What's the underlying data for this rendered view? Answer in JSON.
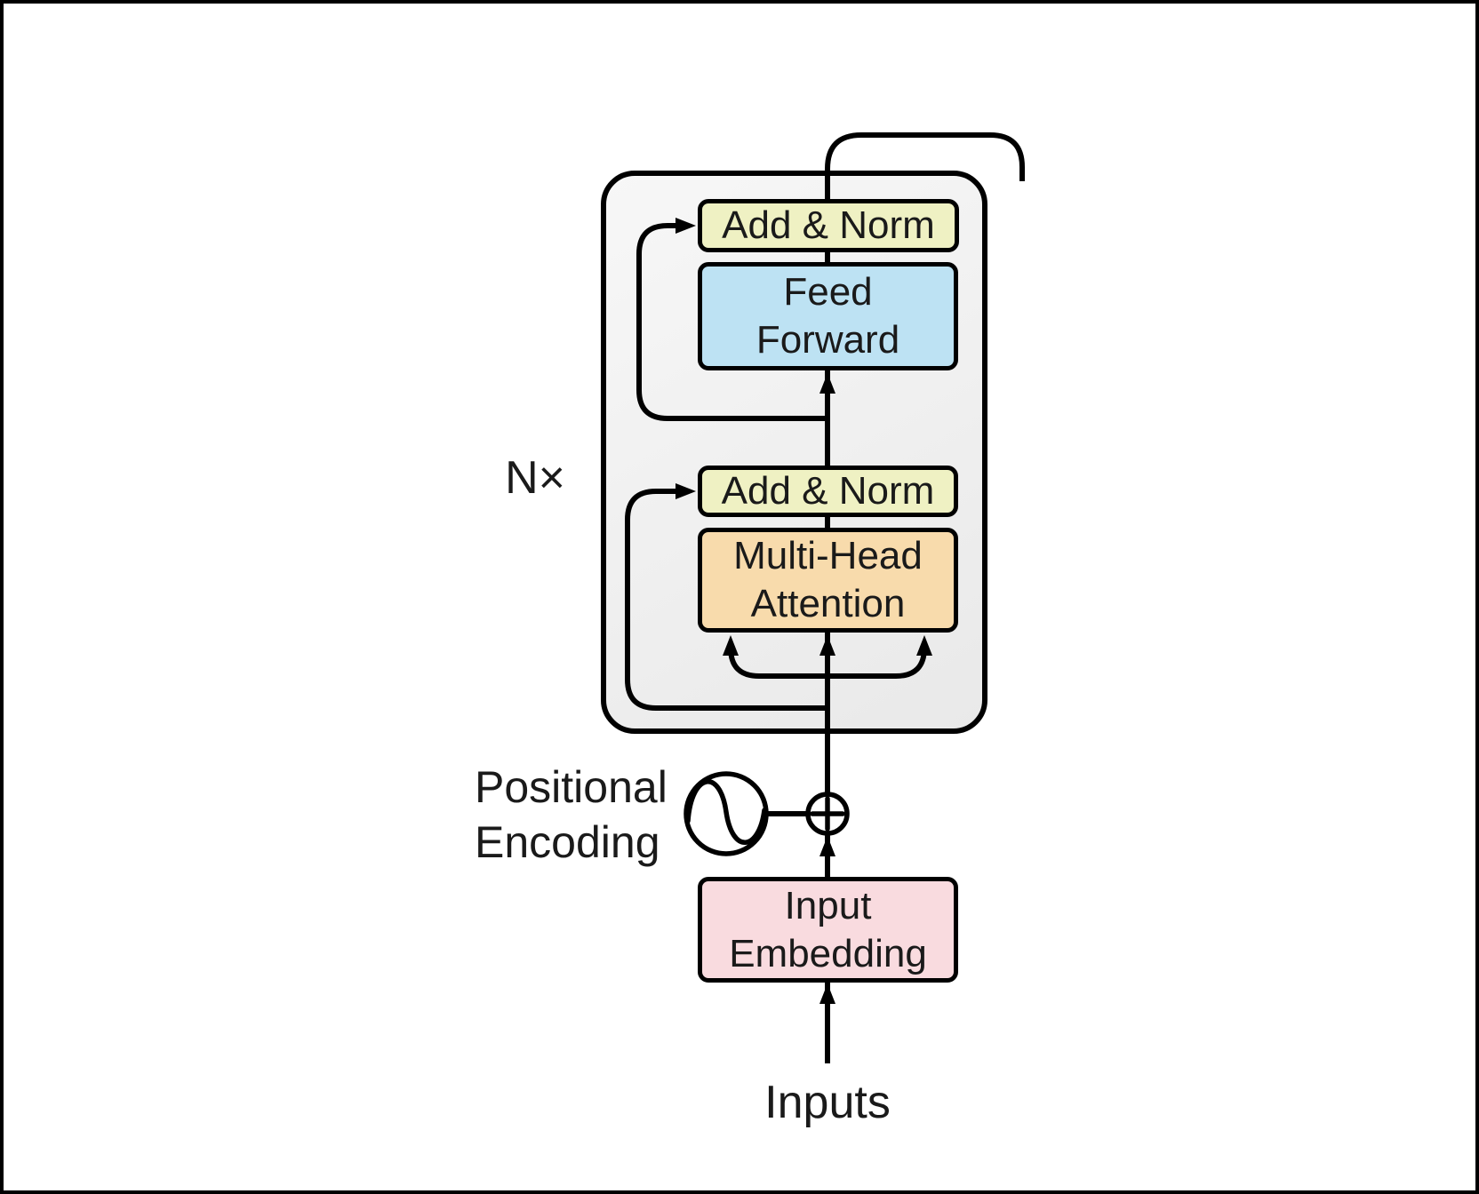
{
  "diagram_type": "transformer-encoder-block-diagram",
  "blocks": {
    "add_norm_top": {
      "label": "Add & Norm"
    },
    "feed_forward": {
      "line1": "Feed",
      "line2": "Forward"
    },
    "add_norm_bottom": {
      "label": "Add & Norm"
    },
    "multi_head_attention": {
      "line1": "Multi-Head",
      "line2": "Attention"
    },
    "input_embedding": {
      "line1": "Input",
      "line2": "Embedding"
    }
  },
  "labels": {
    "repeat_count": "N×",
    "positional_encoding": {
      "line1": "Positional",
      "line2": "Encoding"
    },
    "inputs": "Inputs"
  },
  "icons": {
    "positional_encoding_icon": "sine-wave-circle",
    "add_icon": "plus-circle"
  },
  "colors": {
    "canvas_bg": "#FFFFFF",
    "line_color": "#000000",
    "text_color": "#1A1A1A",
    "add_norm_fill": "#EFF1C3",
    "feed_forward_fill": "#BDE2F3",
    "attention_fill": "#F8DBAC",
    "embedding_fill": "#F9DBDF",
    "container_grad_start": "#F7F7F7",
    "container_grad_end": "#E9E9E9"
  }
}
